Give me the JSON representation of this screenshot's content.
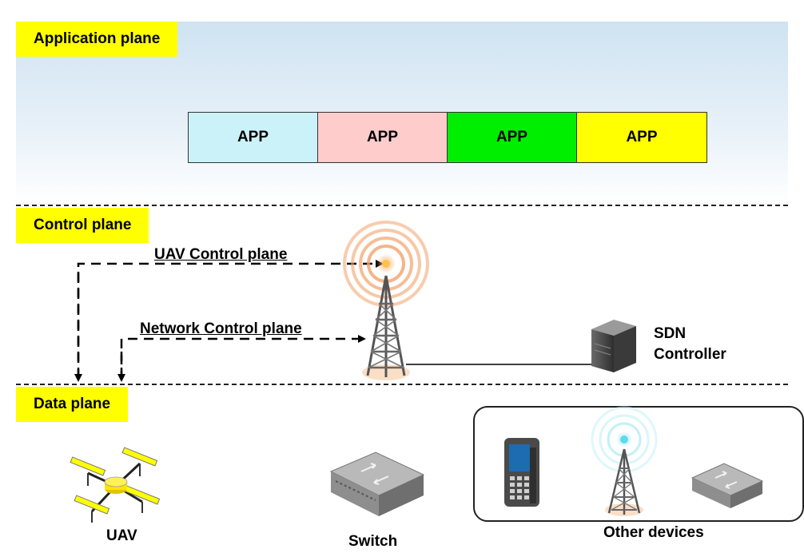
{
  "planes": {
    "application": "Application plane",
    "control": "Control plane",
    "data": "Data plane"
  },
  "apps": [
    {
      "label": "APP",
      "color": "#ccf2f9"
    },
    {
      "label": "APP",
      "color": "#ffcccc"
    },
    {
      "label": "APP",
      "color": "#00ee00"
    },
    {
      "label": "APP",
      "color": "#ffff00"
    }
  ],
  "flows": {
    "uav_control": "UAV Control  plane",
    "network_control": "Network Control  plane"
  },
  "controller": {
    "line1": "SDN",
    "line2": "Controller"
  },
  "devices": {
    "uav": "UAV",
    "switch": "Switch",
    "other": "Other devices"
  },
  "colors": {
    "label_bg": "#ffff00",
    "signal_orange": "#f2a36b",
    "signal_cyan": "#7fe0f0"
  }
}
